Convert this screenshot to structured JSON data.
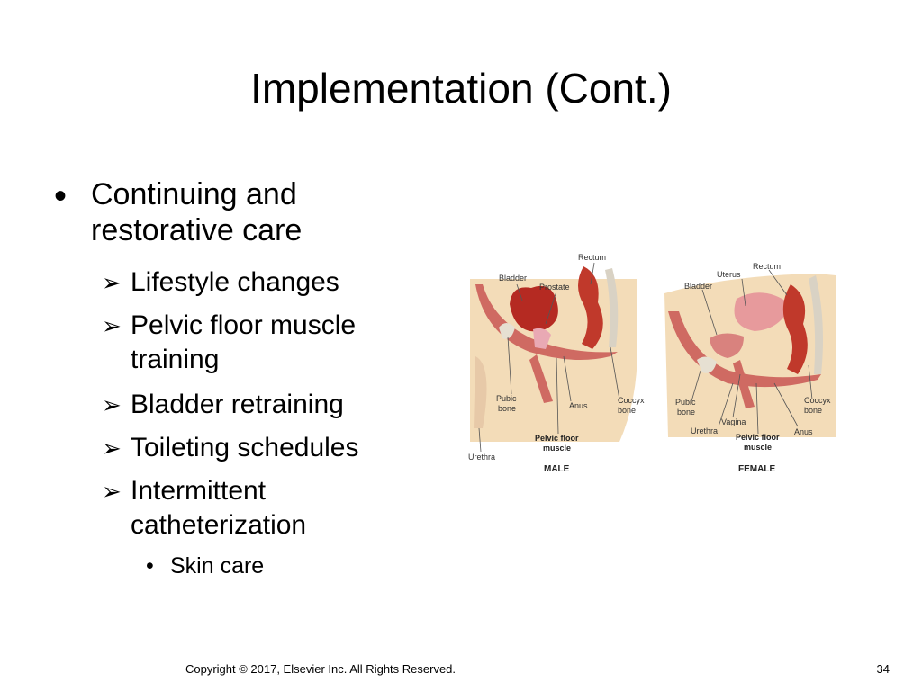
{
  "slide": {
    "title": "Implementation (Cont.)",
    "bullet": "Continuing and restorative care",
    "subitems": [
      "Lifestyle changes",
      "Pelvic floor muscle training",
      "Bladder retraining",
      "Toileting schedules",
      "Intermittent catheterization"
    ],
    "subsub": "Skin care",
    "footer": "Copyright © 2017, Elsevier Inc. All Rights Reserved.",
    "page_number": "34"
  },
  "figure": {
    "male": {
      "caption": "MALE",
      "labels": {
        "bladder": "Bladder",
        "prostate": "Prostate",
        "rectum": "Rectum",
        "pubic1": "Pubic",
        "pubic2": "bone",
        "anus": "Anus",
        "coccyx1": "Coccyx",
        "coccyx2": "bone",
        "pelvic1": "Pelvic floor",
        "pelvic2": "muscle",
        "urethra": "Urethra"
      }
    },
    "female": {
      "caption": "FEMALE",
      "labels": {
        "rectum": "Rectum",
        "uterus": "Uterus",
        "bladder": "Bladder",
        "pubic1": "Pubic",
        "pubic2": "bone",
        "vagina": "Vagina",
        "urethra": "Urethra",
        "coccyx1": "Coccyx",
        "coccyx2": "bone",
        "pelvic1": "Pelvic floor",
        "pelvic2": "muscle",
        "anus": "Anus"
      }
    }
  }
}
